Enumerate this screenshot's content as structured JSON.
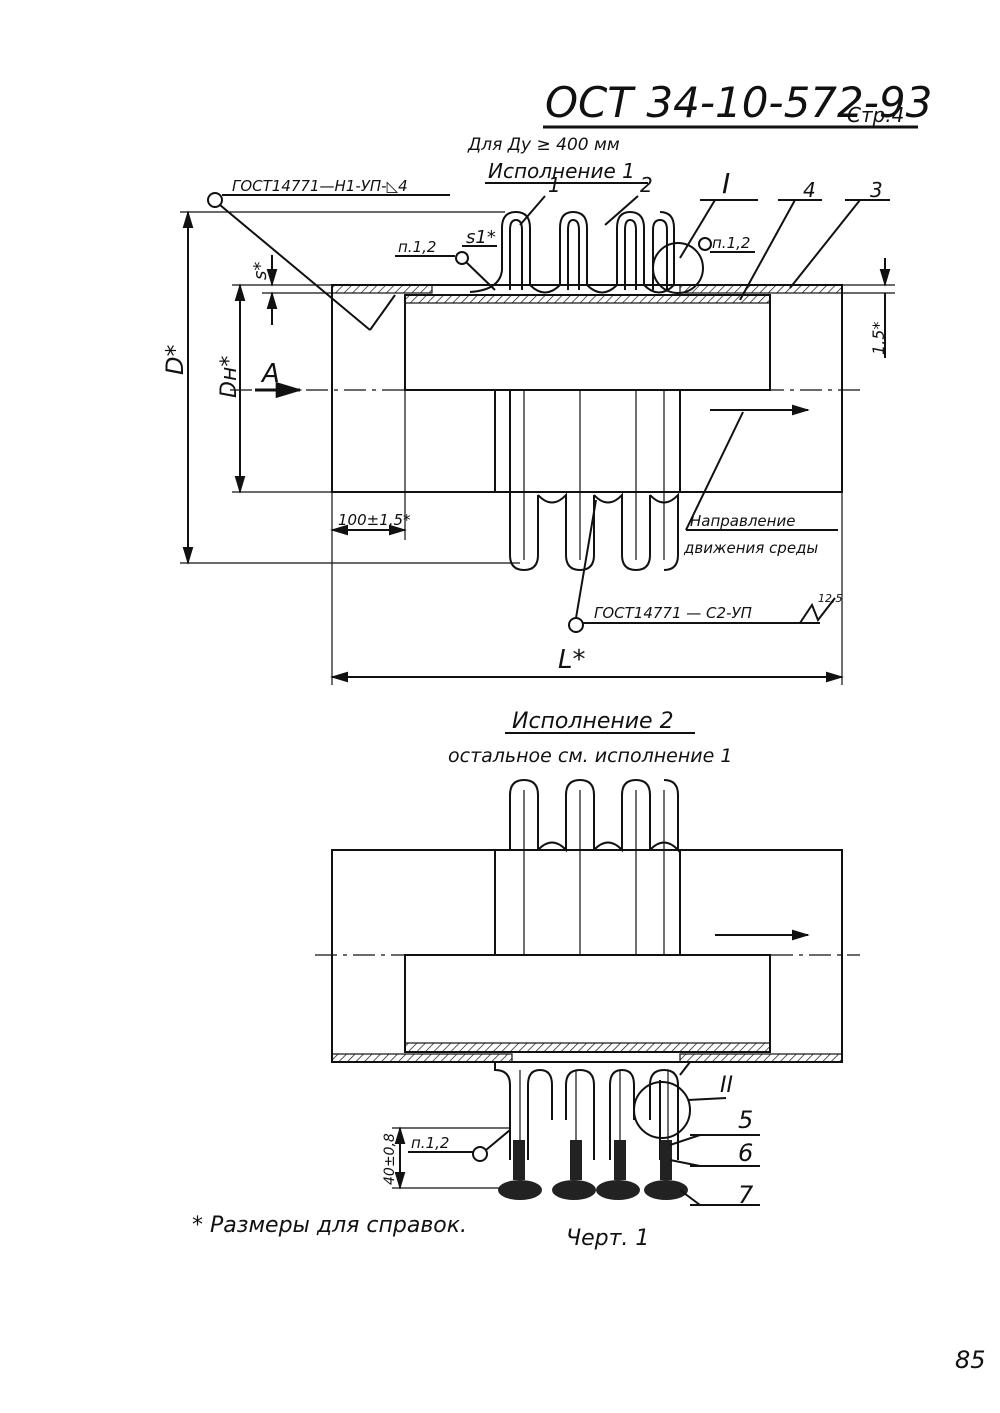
{
  "header": {
    "standard": "ОСТ 34-10-572-93",
    "page": "Стр.4"
  },
  "version1": {
    "condition": "Для Ду ≥ 400 мм",
    "title": "Исполнение 1",
    "weld_top": "ГОСТ14771—Н1-УП-◺4",
    "weld_bottom": "ГОСТ14771 — С2-УП",
    "roughness": "12,5",
    "refs": [
      "п.1,2",
      "п.1,2"
    ],
    "callout_view": "А",
    "callout_detail": "I",
    "positions": [
      "1",
      "2",
      "3",
      "4"
    ],
    "dims": {
      "D": "D*",
      "Dn": "Dн*",
      "s": "s*",
      "s1": "s1*",
      "L": "L*",
      "end_len": "100±1,5*",
      "gap": "1,5*"
    },
    "flow_label_1": "Направление",
    "flow_label_2": "движения среды"
  },
  "version2": {
    "title": "Исполнение 2",
    "subtitle": "остальное см. исполнение 1",
    "callout_detail": "II",
    "ref": "п.1,2",
    "dim_ring": "40±0,8",
    "positions": [
      "5",
      "6",
      "7"
    ]
  },
  "footer": {
    "note": "* Размеры для справок.",
    "figure": "Черт. 1",
    "page_number": "85"
  }
}
